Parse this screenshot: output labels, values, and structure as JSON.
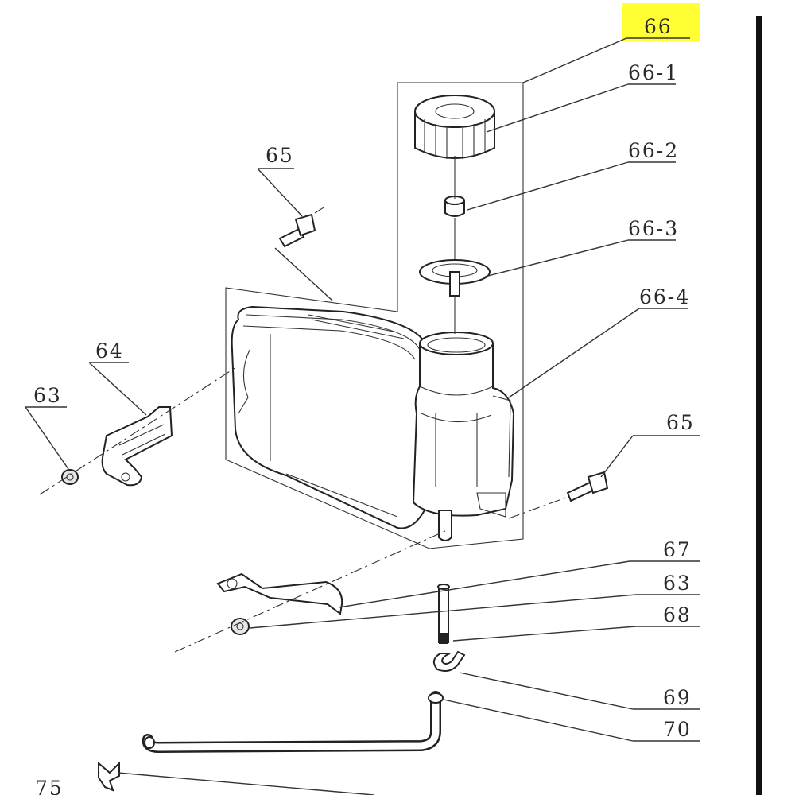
{
  "diagram": {
    "highlight_color": "#ffff33",
    "callouts": {
      "c66": "66",
      "c66_1": "66-1",
      "c66_2": "66-2",
      "c66_3": "66-3",
      "c66_4": "66-4",
      "c65_top": "65",
      "c65_right": "65",
      "c64": "64",
      "c63_left": "63",
      "c63_right": "63",
      "c67": "67",
      "c68": "68",
      "c69": "69",
      "c70": "70",
      "c75": "75"
    }
  }
}
